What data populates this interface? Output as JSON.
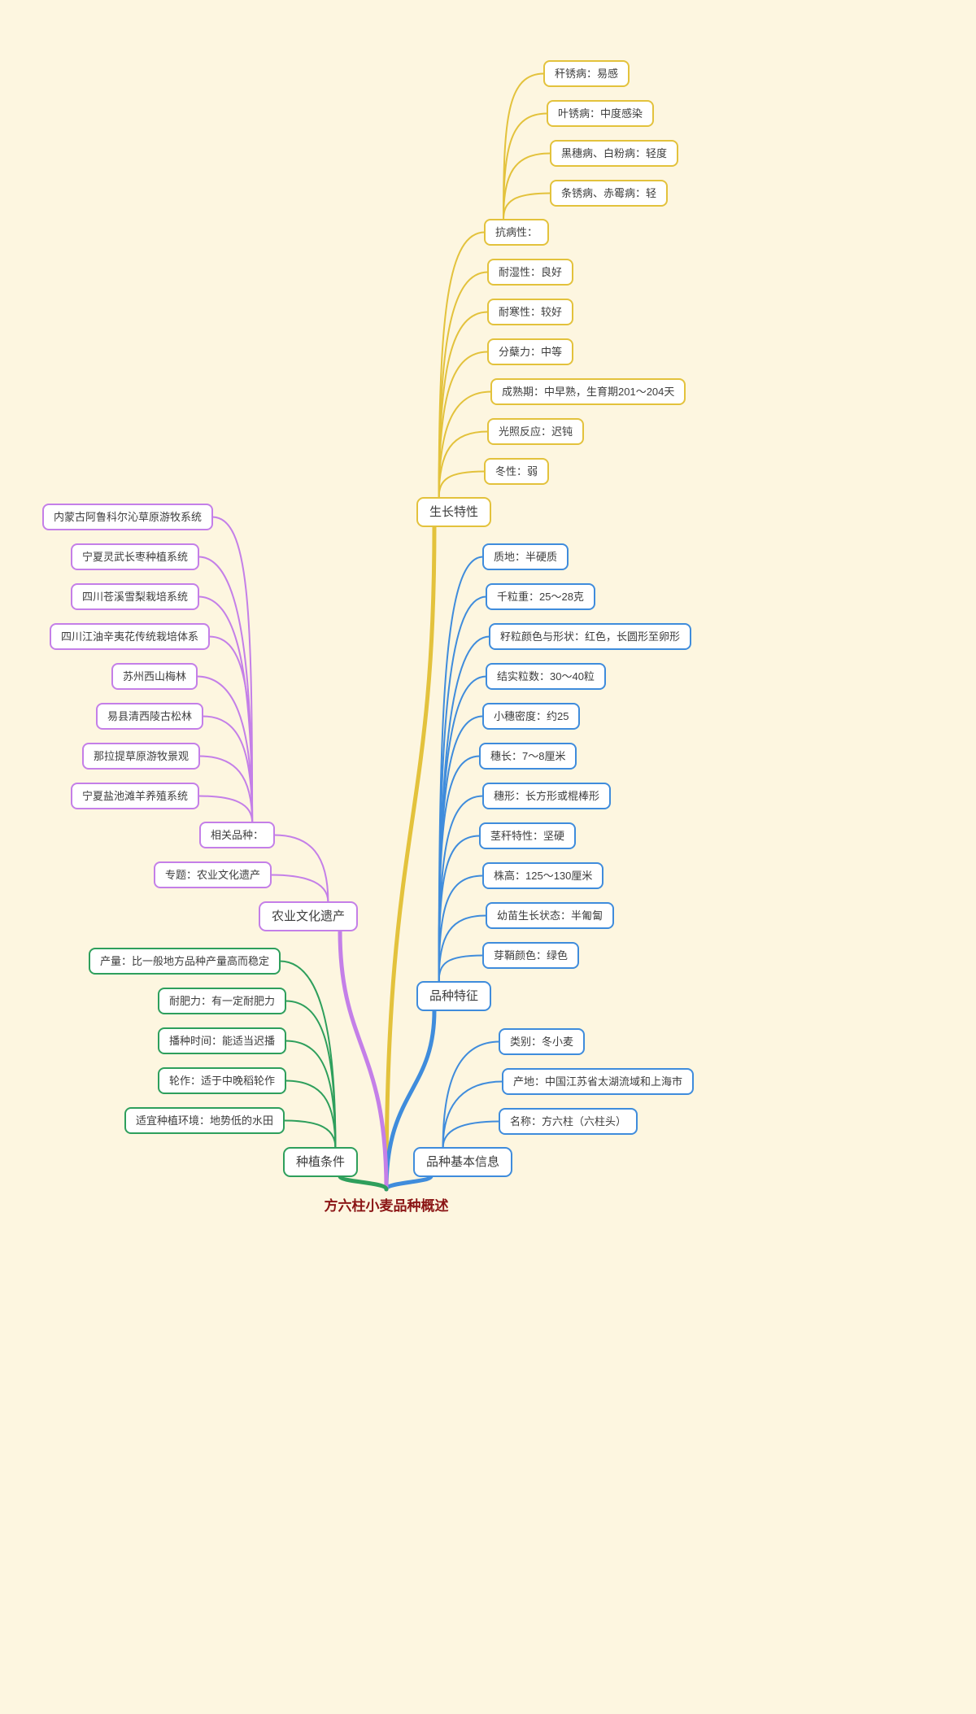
{
  "background_color": "#FDF6E0",
  "root": {
    "label": "方六柱小麦品种概述",
    "color": "#8B1515"
  },
  "branches": {
    "growth": {
      "label": "生长特性",
      "color": "#E3C23C",
      "children": [
        "抗病性：",
        "耐湿性：良好",
        "耐寒性：较好",
        "分蘖力：中等",
        "成熟期：中早熟，生育期201～204天",
        "光照反应：迟钝",
        "冬性：弱"
      ],
      "disease_children": [
        "秆锈病：易感",
        "叶锈病：中度感染",
        "黑穗病、白粉病：轻度",
        "条锈病、赤霉病：轻"
      ]
    },
    "features": {
      "label": "品种特征",
      "color": "#3F8CDC",
      "children": [
        "质地：半硬质",
        "千粒重：25～28克",
        "籽粒颜色与形状：红色，长圆形至卵形",
        "结实粒数：30～40粒",
        "小穗密度：约25",
        "穗长：7～8厘米",
        "穗形：长方形或棍棒形",
        "茎秆特性：坚硬",
        "株高：125～130厘米",
        "幼苗生长状态：半匍匐",
        "芽鞘颜色：绿色"
      ]
    },
    "basic_info": {
      "label": "品种基本信息",
      "color": "#3F8CDC",
      "children": [
        "类别：冬小麦",
        "产地：中国江苏省太湖流域和上海市",
        "名称：方六柱（六柱头）"
      ]
    },
    "heritage": {
      "label": "农业文化遗产",
      "color": "#C47FE8",
      "children": [
        "相关品种：",
        "专题：农业文化遗产"
      ],
      "related_children": [
        "内蒙古阿鲁科尔沁草原游牧系统",
        "宁夏灵武长枣种植系统",
        "四川苍溪雪梨栽培系统",
        "四川江油辛夷花传统栽培体系",
        "苏州西山梅林",
        "易县清西陵古松林",
        "那拉提草原游牧景观",
        "宁夏盐池滩羊养殖系统"
      ]
    },
    "planting": {
      "label": "种植条件",
      "color": "#2E9F5C",
      "children": [
        "产量：比一般地方品种产量高而稳定",
        "耐肥力：有一定耐肥力",
        "播种时间：能适当迟播",
        "轮作：适于中晚稻轮作",
        "适宜种植环境：地势低的水田"
      ]
    }
  }
}
